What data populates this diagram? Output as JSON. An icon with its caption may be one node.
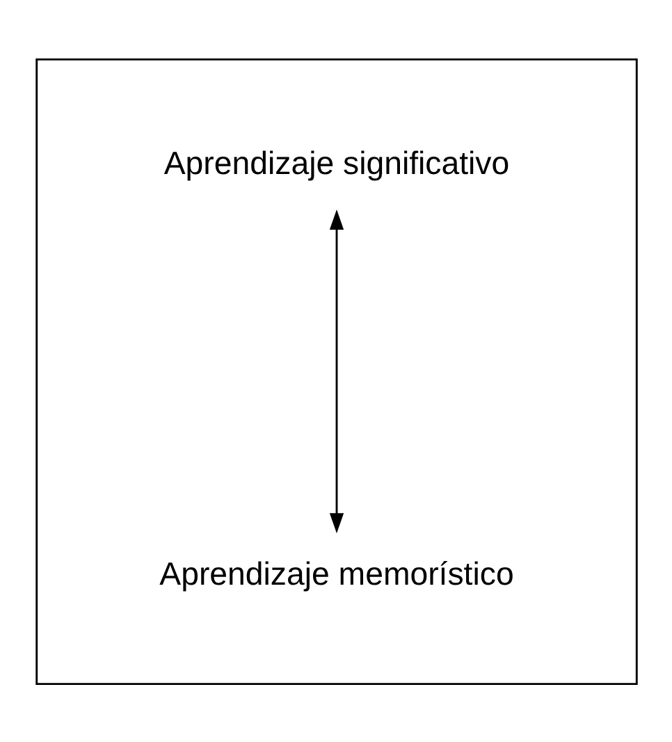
{
  "diagram": {
    "nodes": [
      {
        "text": [],
        "shape": "box"
      },
      {
        "text": [
          "Aprendizaje significativo"
        ],
        "in": 0
      },
      {
        "text": [
          "Aprendizaje memorístico"
        ],
        "in": 0
      }
    ],
    "edges": [
      {
        "from": 1,
        "to": 2,
        "arrow": "both"
      }
    ]
  }
}
